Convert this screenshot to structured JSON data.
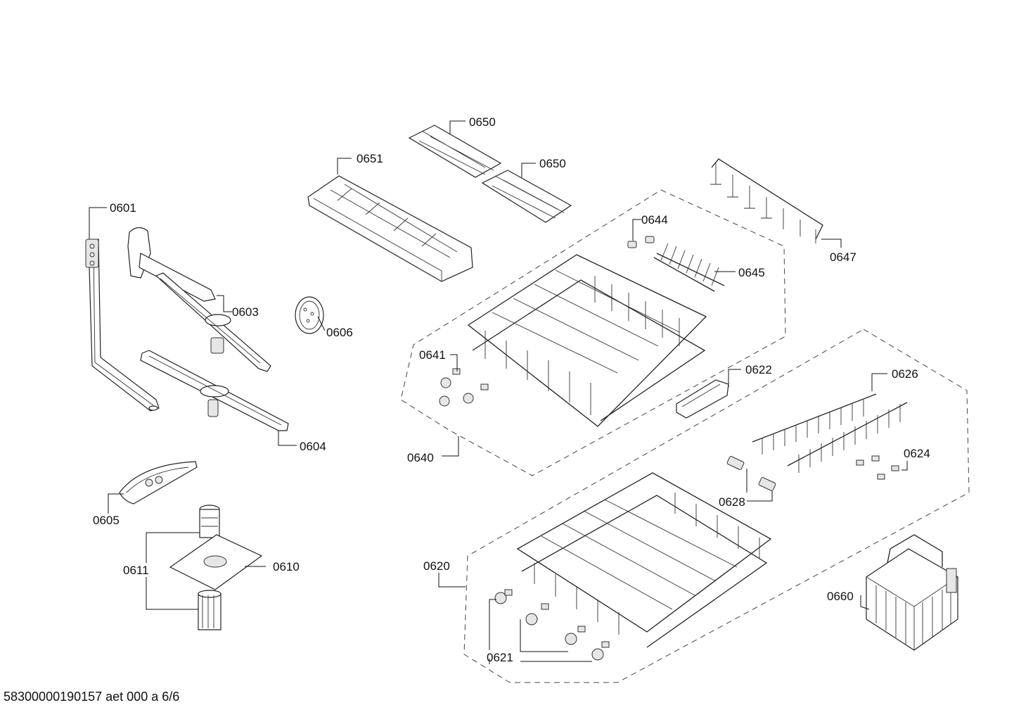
{
  "document_code": "58300000190157 aet 000 a 6/6",
  "callouts": {
    "p0601": "0601",
    "p0603": "0603",
    "p0604": "0604",
    "p0605": "0605",
    "p0606": "0606",
    "p0610": "0610",
    "p0611": "0611",
    "p0620": "0620",
    "p0621": "0621",
    "p0622": "0622",
    "p0624": "0624",
    "p0626": "0626",
    "p0628": "0628",
    "p0640": "0640",
    "p0641": "0641",
    "p0644": "0644",
    "p0645": "0645",
    "p0647": "0647",
    "p0650a": "0650",
    "p0650b": "0650",
    "p0651": "0651",
    "p0660": "0660"
  }
}
